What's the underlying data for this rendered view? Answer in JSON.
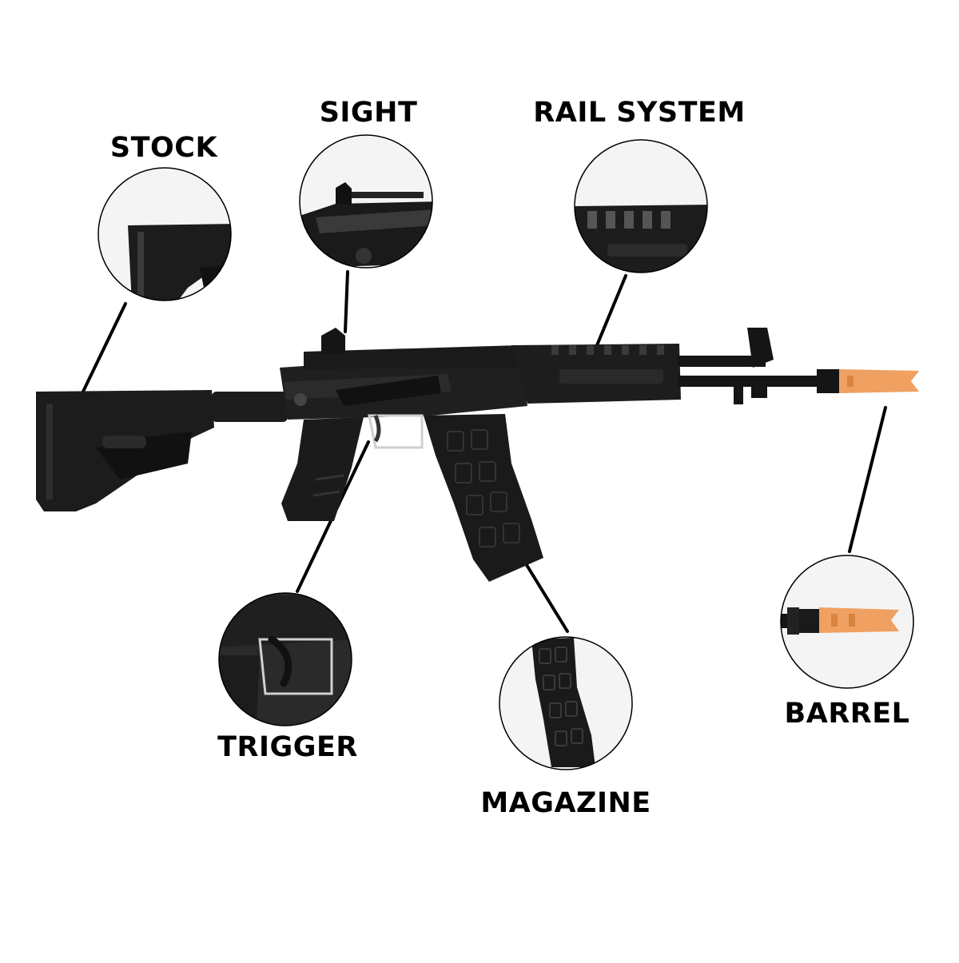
{
  "labels": {
    "stock": "STOCK",
    "sight": "SIGHT",
    "rail_system": "RAIL SYSTEM",
    "trigger": "TRIGGER",
    "magazine": "MAGAZINE",
    "barrel": "BARREL"
  },
  "colors": {
    "background": "#ffffff",
    "text": "#000000",
    "rifle_body": "#1c1c1c",
    "rifle_highlight": "#3a3a3a",
    "muzzle_orange": "#f0a060"
  },
  "icons": [
    "rifle-illustration",
    "stock-detail-icon",
    "sight-detail-icon",
    "rail-detail-icon",
    "trigger-detail-icon",
    "magazine-detail-icon",
    "barrel-detail-icon"
  ]
}
